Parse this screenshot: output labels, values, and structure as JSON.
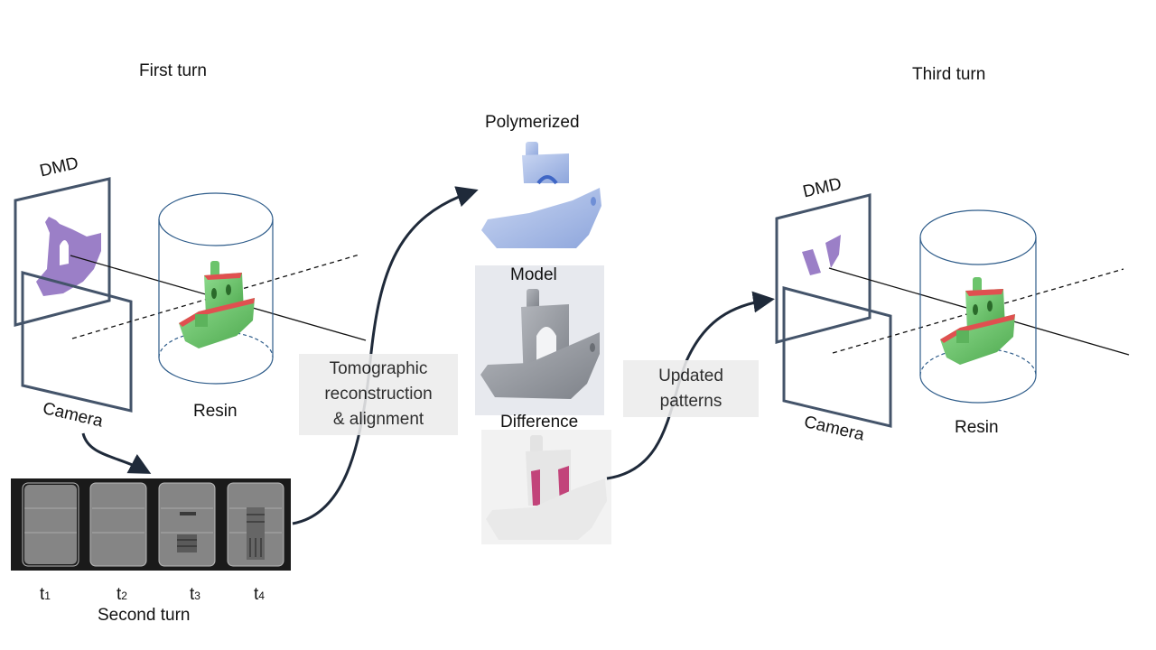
{
  "turns": {
    "first": "First turn",
    "second": "Second turn",
    "third": "Third turn"
  },
  "setup_left": {
    "dmd_label": "DMD",
    "camera_label": "Camera",
    "resin_label": "Resin"
  },
  "setup_right": {
    "dmd_label": "DMD",
    "camera_label": "Camera",
    "resin_label": "Resin"
  },
  "time_labels": [
    {
      "base": "t",
      "sub": "1"
    },
    {
      "base": "t",
      "sub": "2"
    },
    {
      "base": "t",
      "sub": "3"
    },
    {
      "base": "t",
      "sub": "4"
    }
  ],
  "process_boxes": {
    "tomographic": [
      "Tomographic",
      "reconstruction",
      "& alignment"
    ],
    "updated": [
      "Updated",
      "patterns"
    ]
  },
  "panels": {
    "polymerized": "Polymerized",
    "model": "Model",
    "difference": "Difference"
  },
  "colors": {
    "frame": "#44546a",
    "arrow": "#1f2a3a",
    "cylinder": "#2e5c8a",
    "boat_green": "#6cc46c",
    "boat_red": "#e05050",
    "dmd_purple": "#9b7fc7",
    "polymerized_blue": "#a9bde6",
    "model_gray": "#8f939a",
    "difference_magenta": "#c2447a",
    "box_bg": "#ececec"
  }
}
